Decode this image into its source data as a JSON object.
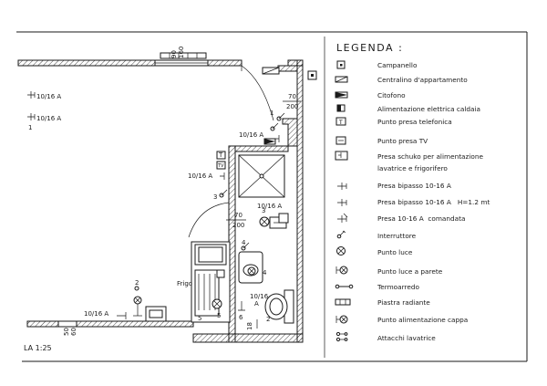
{
  "plan": {
    "scale_label": "LA 1:25",
    "outlet_left_1": "10/16 A",
    "outlet_left_2": "10/16 A",
    "outlet_left_2_num": "1",
    "window_dim_1": "90",
    "window_dim_2": "160",
    "door_dim_top_1": "70",
    "door_dim_top_2": "200",
    "door_dim_mid_1": "70",
    "door_dim_mid_2": "200",
    "label_1016_a": "10/16 A",
    "label_1016_b": "10/16 A",
    "label_1016_c": "10/16 A",
    "label_1016_d": "10/16 A",
    "label_1016_e": "10/16",
    "label_1016_e2": "A",
    "label_frigo": "Frigo",
    "bottom_dim_1": "50",
    "bottom_dim_2": "60",
    "num_1": "1",
    "num_2": "2",
    "num_3a": "3",
    "num_3b": "3",
    "num_4a": "4",
    "num_4b": "4",
    "num_5": "5",
    "num_5b": "5",
    "num_6": "6",
    "num_2b": "2",
    "num_18": "18",
    "num_t": "T",
    "num_tv": "TV"
  },
  "legend": {
    "title": "LEGENDA :",
    "items": [
      {
        "label": "Campanello",
        "icon": "bell-icon"
      },
      {
        "label": "Centralino d'appartamento",
        "icon": "distribution-board-icon"
      },
      {
        "label": "Citofono",
        "icon": "intercom-icon"
      },
      {
        "label": "Alimentazione elettrica caldaia",
        "icon": "boiler-supply-icon"
      },
      {
        "label": "Punto presa telefonica",
        "icon": "telephone-socket-icon"
      },
      {
        "label": "Punto presa TV",
        "icon": "tv-socket-icon"
      },
      {
        "label": "Presa schuko per alimentazione",
        "label2": "lavatrice e frigorifero",
        "icon": "schuko-socket-icon"
      },
      {
        "label": "Presa bipasso 10-16 A",
        "icon": "bipasso-socket-icon"
      },
      {
        "label": "Presa bipasso 10-16 A   H=1.2 mt",
        "icon": "bipasso-high-socket-icon"
      },
      {
        "label": "Presa 10-16 A  comandata",
        "icon": "switched-socket-icon"
      },
      {
        "label": "Interruttore",
        "icon": "switch-icon"
      },
      {
        "label": "Punto luce",
        "icon": "light-point-icon"
      },
      {
        "label": "Punto luce a parete",
        "icon": "wall-light-icon"
      },
      {
        "label": "Termoarredo",
        "icon": "towel-radiator-icon"
      },
      {
        "label": "Piastra radiante",
        "icon": "radiant-panel-icon"
      },
      {
        "label": "Punto alimentazione cappa",
        "icon": "hood-supply-icon"
      },
      {
        "label": "Attacchi lavatrice",
        "icon": "washer-connection-icon"
      }
    ]
  }
}
